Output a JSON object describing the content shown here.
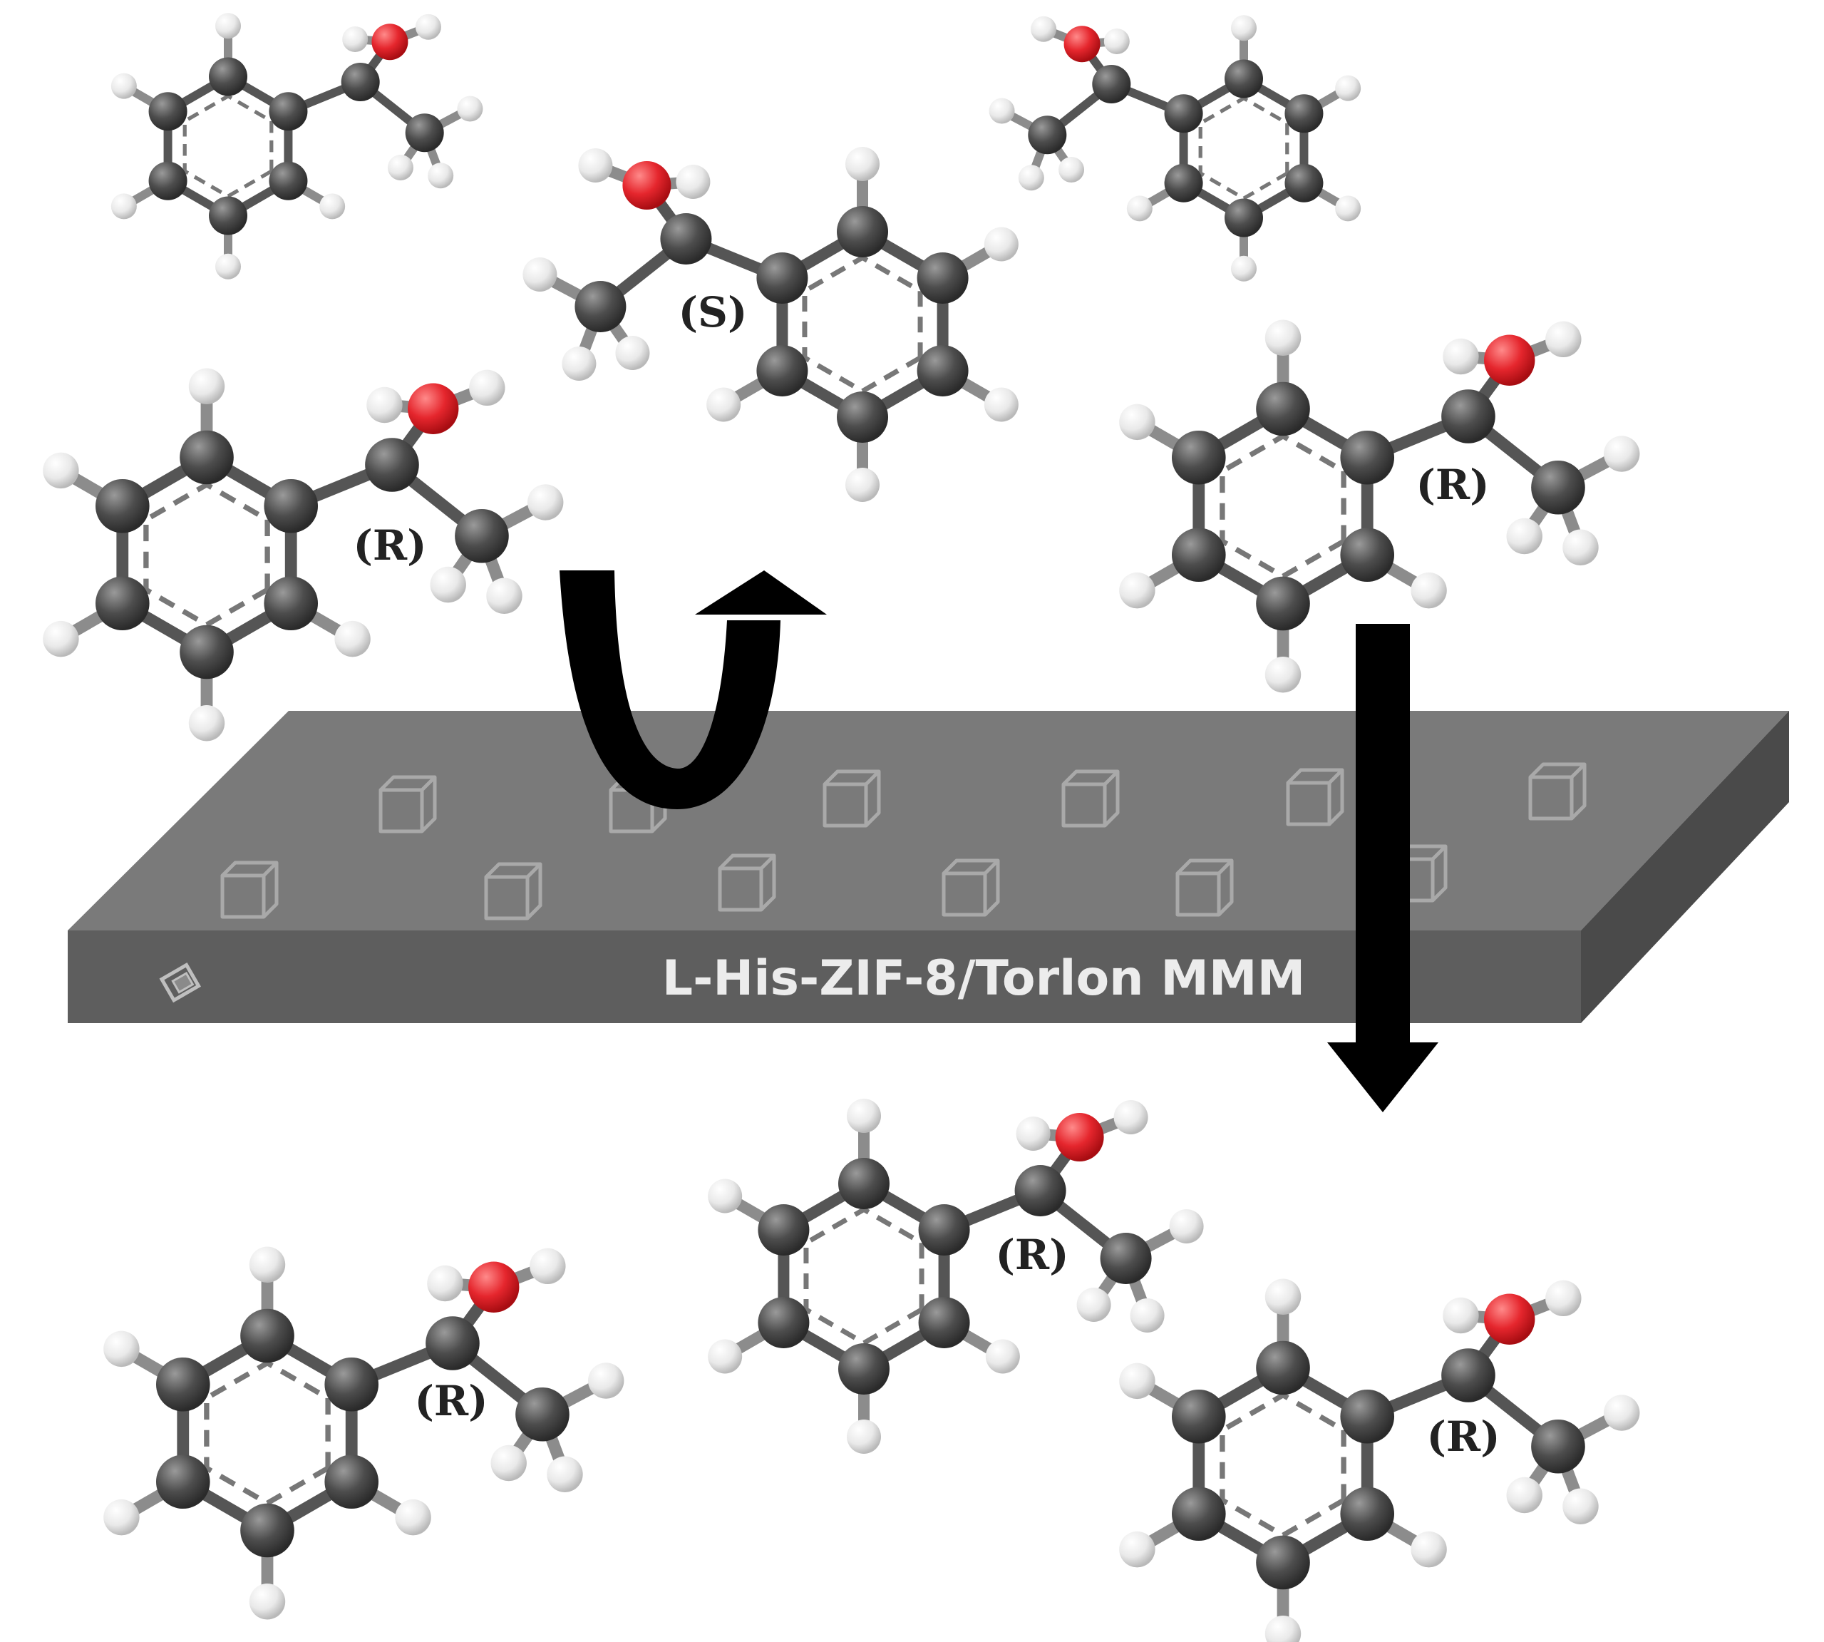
{
  "membrane": {
    "label": "L-His-ZIF-8/Torlon MMM",
    "top_color": "#7a7a7a",
    "front_color": "#5e5e5e",
    "side_color": "#4a4a4a",
    "crystal_icon": "cube-crystal-icon"
  },
  "atom_colors": {
    "carbon": "#4d4d4d",
    "hydrogen": "#e9e9e9",
    "oxygen": "#e5262d"
  },
  "arrows": {
    "rejected_icon": "u-turn-arrow-icon",
    "permeate_icon": "down-arrow-icon",
    "color": "#000000"
  },
  "molecules": [
    {
      "label": ""
    },
    {
      "label": "(S)"
    },
    {
      "label": ""
    },
    {
      "label": "(R)"
    },
    {
      "label": "(R)"
    },
    {
      "label": "(R)"
    },
    {
      "label": "(R)"
    },
    {
      "label": "(R)"
    }
  ]
}
